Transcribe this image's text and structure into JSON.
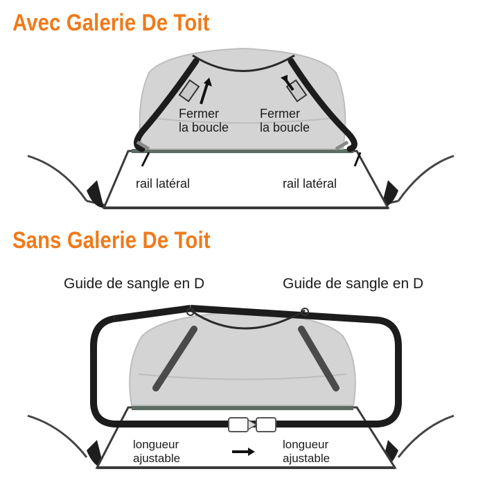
{
  "sections": {
    "with_rack": {
      "title": "Avec Galerie De Toit",
      "close_buckle_left": [
        "Fermer",
        "la boucle"
      ],
      "close_buckle_right": [
        "Fermer",
        "la boucle"
      ],
      "side_rail_left": "rail latéral",
      "side_rail_right": "rail latéral"
    },
    "without_rack": {
      "title": "Sans Galerie De Toit",
      "d_ring_guide_left": "Guide de sangle en D",
      "d_ring_guide_right": "Guide de sangle en D",
      "adjustable_left": [
        "longueur",
        "ajustable"
      ],
      "adjustable_right": [
        "longueur",
        "ajustable"
      ]
    }
  },
  "colors": {
    "heading": "#f07a1a",
    "bag": "#d4d4d4",
    "car_roof": "#5d6d63",
    "strap": "#1c1c1c"
  }
}
